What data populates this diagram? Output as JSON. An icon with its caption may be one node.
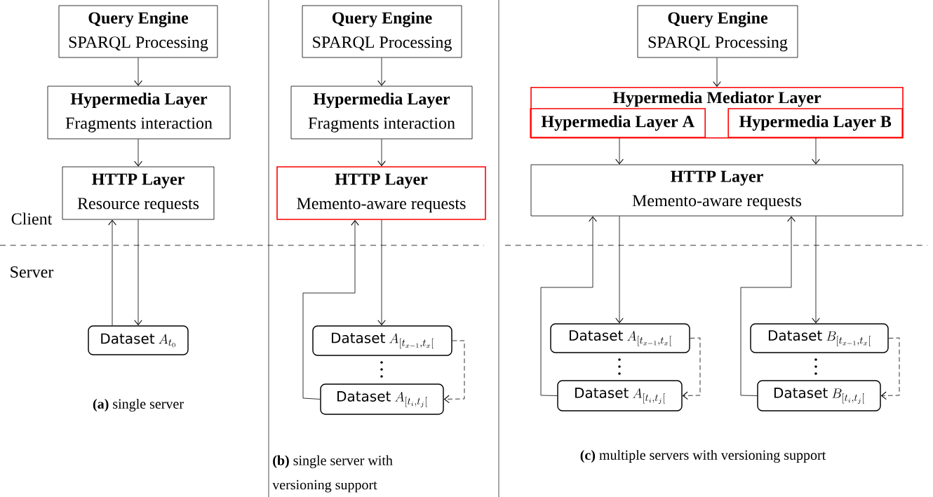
{
  "diagram": {
    "nodes": [
      {
        "text": [
          "Query Engine",
          "SPARQL Processing"
        ]
      },
      {
        "text": [
          "Hypermedia Layer",
          "Fragments interaction"
        ]
      },
      {
        "text": [
          "HTTP Layer",
          "Resource requests"
        ]
      },
      {
        "text": [
          "\\textsf{Dataset}\\ A_{t_0}"
        ]
      },
      {
        "text": [
          "Query Engine",
          "SPARQL Processing"
        ]
      },
      {
        "text": [
          "Hypermedia Layer",
          "Fragments interaction"
        ]
      },
      {
        "text": [
          "HTTP Layer",
          "Memento-aware requests"
        ]
      },
      {
        "text": [
          "\\textsf{Dataset}\\ A_{[t_{x-1},t_x[}"
        ]
      },
      {
        "text": [
          "\\textsf{Dataset}\\ A_{[t_i,t_j[}"
        ]
      },
      {
        "text": [
          "Query Engine",
          "SPARQL Processing"
        ]
      },
      {
        "text": [
          "Hypermedia Mediator Layer"
        ]
      },
      {
        "text": [
          "Hypermedia Layer A"
        ],
        "in": 10
      },
      {
        "text": [
          "Hypermedia Layer B"
        ],
        "in": 10
      },
      {
        "text": [
          "HTTP Layer",
          "Memento-aware requests"
        ]
      },
      {
        "text": [
          "\\textsf{Dataset}\\ A_{[t_{x-1},t_x[}"
        ]
      },
      {
        "text": [
          "\\textsf{Dataset}\\ A_{[t_i,t_j[}"
        ]
      },
      {
        "text": [
          "\\textsf{Dataset}\\ B_{[t_{x-1},t_x[}"
        ]
      },
      {
        "text": [
          "\\textsf{Dataset}\\ B_{[t_i,t_j[}"
        ]
      }
    ],
    "edges": [
      {
        "from": 0,
        "to": 1,
        "arrow": "to"
      },
      {
        "from": 1,
        "to": 2,
        "arrow": "to"
      },
      {
        "from": 2,
        "to": 3,
        "arrow": "to"
      },
      {
        "from": 3,
        "to": 2,
        "arrow": "to"
      },
      {
        "from": 4,
        "to": 5,
        "arrow": "to"
      },
      {
        "from": 5,
        "to": 6,
        "arrow": "to"
      },
      {
        "from": 6,
        "to": 7,
        "arrow": "to"
      },
      {
        "from": 8,
        "to": 6,
        "arrow": "to"
      },
      {
        "from": 7,
        "to": 8,
        "arrow": "to",
        "style": "dashed"
      },
      {
        "from": 9,
        "to": 10,
        "arrow": "to"
      },
      {
        "from": 11,
        "to": 13,
        "arrow": "to"
      },
      {
        "from": 12,
        "to": 13,
        "arrow": "to"
      },
      {
        "from": 13,
        "to": 14,
        "arrow": "to"
      },
      {
        "from": 15,
        "to": 13,
        "arrow": "to"
      },
      {
        "from": 13,
        "to": 16,
        "arrow": "to"
      },
      {
        "from": 17,
        "to": 13,
        "arrow": "to"
      },
      {
        "from": 14,
        "to": 15,
        "arrow": "to",
        "style": "dashed"
      },
      {
        "from": 16,
        "to": 17,
        "arrow": "to",
        "style": "dashed"
      }
    ],
    "labels": [
      "Client",
      "Server",
      "**(a)** single server",
      "**(b)** single server with versioning support",
      "**(c)** multiple servers with versioning support"
    ]
  }
}
